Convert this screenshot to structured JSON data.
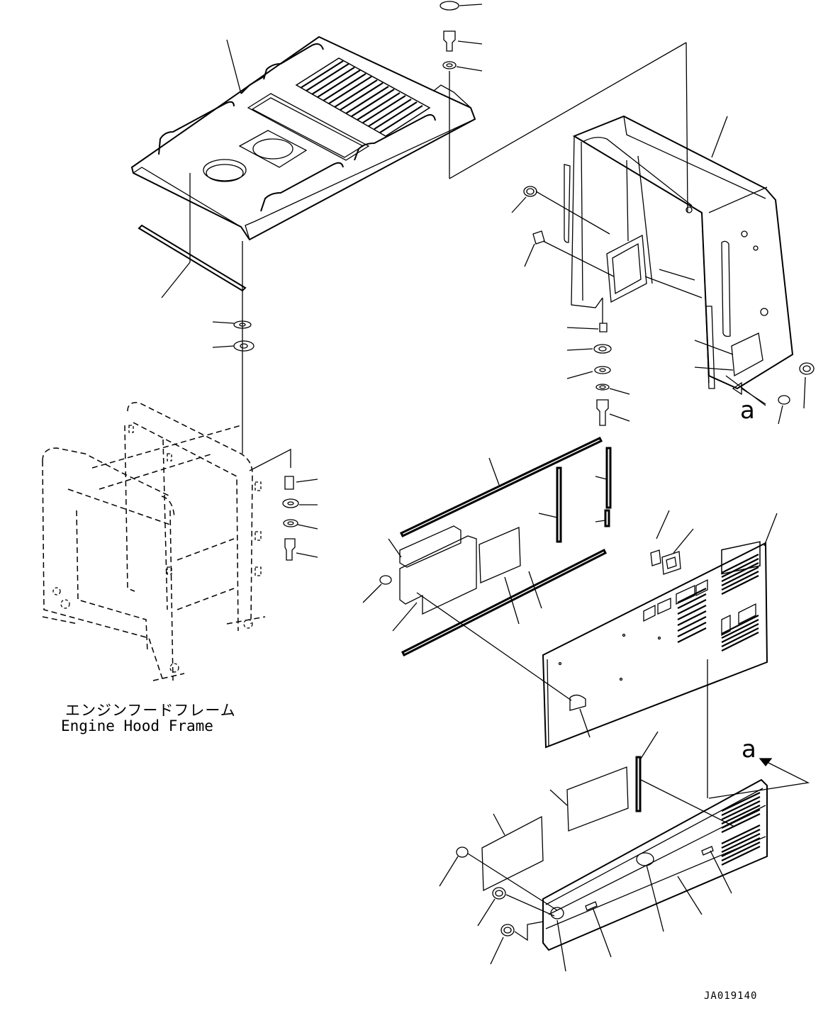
{
  "frame_label": {
    "japanese": "エンジンフードフレーム",
    "english": "Engine Hood Frame"
  },
  "view_markers": [
    "a",
    "a"
  ],
  "drawing_code": "JA019140",
  "colors": {
    "line": "#000000",
    "background": "#ffffff"
  }
}
